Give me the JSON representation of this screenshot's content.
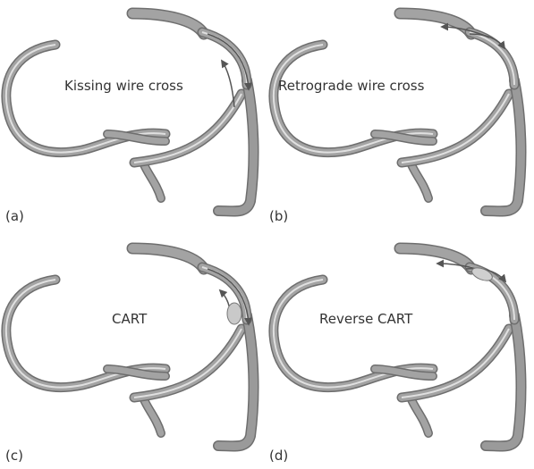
{
  "panels": [
    {
      "letter": "(a)",
      "title": "Kissing wire cross"
    },
    {
      "letter": "(b)",
      "title": "Retrograde wire cross"
    },
    {
      "letter": "(c)",
      "title": "CART"
    },
    {
      "letter": "(d)",
      "title": "Reverse CART"
    }
  ],
  "colors": {
    "vessel": "#8f8f8f",
    "vessel_edge": "#6e6e6e",
    "lumen": "#e6e6e6",
    "wire": "#555555"
  }
}
